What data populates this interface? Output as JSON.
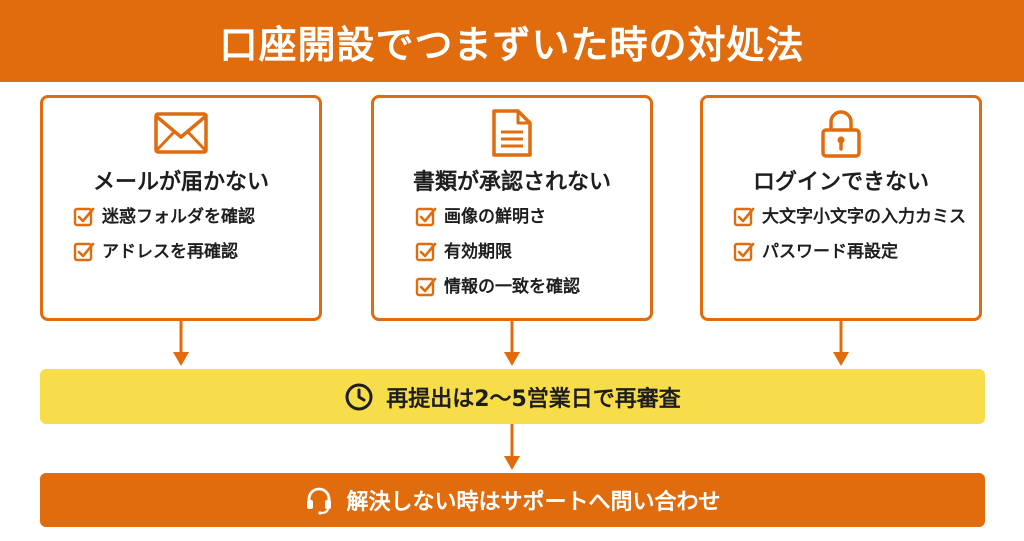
{
  "header": {
    "title": "口座開設でつまずいた時の対処法"
  },
  "cards": [
    {
      "icon": "envelope-icon",
      "title": "メールが届かない",
      "items": [
        "迷惑フォルダを確認",
        "アドレスを再確認"
      ]
    },
    {
      "icon": "document-icon",
      "title": "書類が承認されない",
      "items": [
        "画像の鮮明さ",
        "有効期限",
        "情報の一致を確認"
      ]
    },
    {
      "icon": "lock-icon",
      "title": "ログインできない",
      "items": [
        "大文字小文字の入力カミス",
        "パスワード再設定"
      ]
    }
  ],
  "review_bar": {
    "icon": "clock-icon",
    "text": "再提出は2〜5営業日で再審査"
  },
  "support_bar": {
    "icon": "headset-icon",
    "text": "解決しない時はサポートへ問い合わせ"
  },
  "colors": {
    "accent": "#e06c0e",
    "highlight": "#f8dd4b",
    "text": "#1e1e1e"
  }
}
